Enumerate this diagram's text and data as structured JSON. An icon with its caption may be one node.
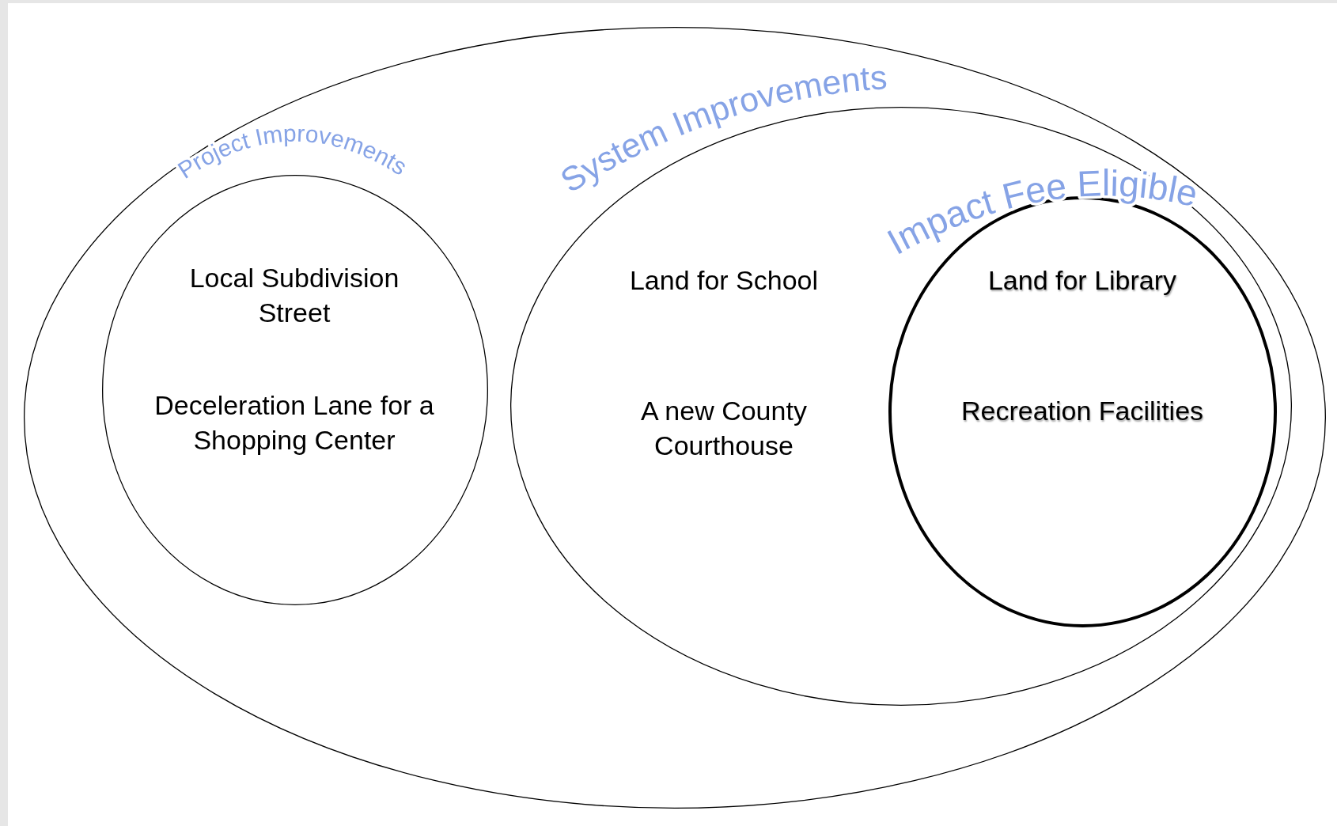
{
  "diagram": {
    "nodes": [
      {
        "text": [],
        "shape": "ellipse"
      },
      {
        "text": [
          "Project Improvements",
          "Local Subdivision Street",
          "Deceleration Lane for a Shopping Center"
        ],
        "in": 0
      },
      {
        "text": [
          "System Improvements",
          "Land for School",
          "A new County Courthouse"
        ],
        "in": 0
      },
      {
        "text": [
          "Impact Fee Eligible",
          "Land for Library",
          "Recreation Facilities"
        ],
        "in": 2
      }
    ]
  }
}
